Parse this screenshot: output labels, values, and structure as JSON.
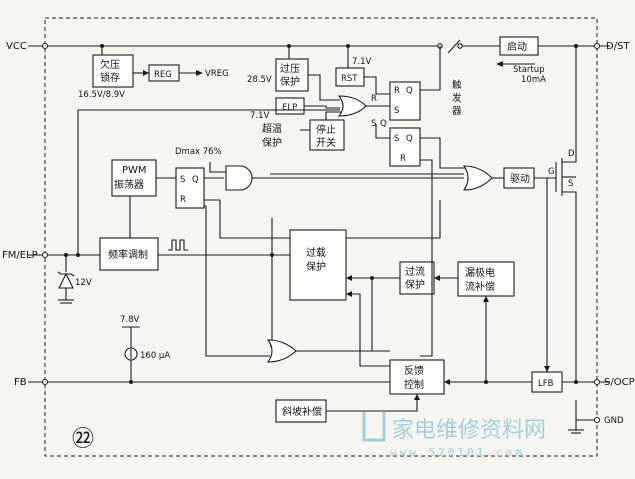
{
  "pins": {
    "vcc": "VCC",
    "fm_elp": "FM/ELP",
    "fb": "FB",
    "d_st": "D/ST",
    "s_ocp": "S/OCP",
    "gnd": "GND"
  },
  "blocks": {
    "uvlo": [
      "欠压",
      "锁存"
    ],
    "uvlo_thresholds": "16.5V/8.9V",
    "reg": "REG",
    "vreg": "VREG",
    "ovp_voltage": "28.5V",
    "ovp": [
      "过压",
      "保护"
    ],
    "rst_voltage": "7.1V",
    "rst": "RST",
    "elp_voltage": "7.1V",
    "elp": "ELP",
    "otp": [
      "超温",
      "保护"
    ],
    "stop_switch": [
      "停止",
      "开关"
    ],
    "trigger": [
      "触",
      "发",
      "器"
    ],
    "startup": "启动",
    "startup_current": [
      "Startup",
      "10mA"
    ],
    "dmax": "Dmax 76%",
    "pwm_osc": [
      "PWM",
      "振荡器"
    ],
    "driver": "驱动",
    "freq_mod": "频率调制",
    "overload": [
      "过载",
      "保护"
    ],
    "ocp": [
      "过流",
      "保护"
    ],
    "drain_comp": [
      "漏极电",
      "流补偿"
    ],
    "zener": "12V",
    "bias_voltage": "7.8V",
    "bias_current": "160 μA",
    "feedback": [
      "反馈",
      "控制"
    ],
    "lfb": "LFB",
    "slope_comp": "斜坡补偿",
    "ff_s": "S",
    "ff_q": "Q",
    "ff_r": "R",
    "mos_d": "D",
    "mos_g": "G",
    "mos_s": "S",
    "figure_number": "㉒"
  },
  "watermark": {
    "text": "家电维修资料网",
    "url": "www.520101.com"
  }
}
